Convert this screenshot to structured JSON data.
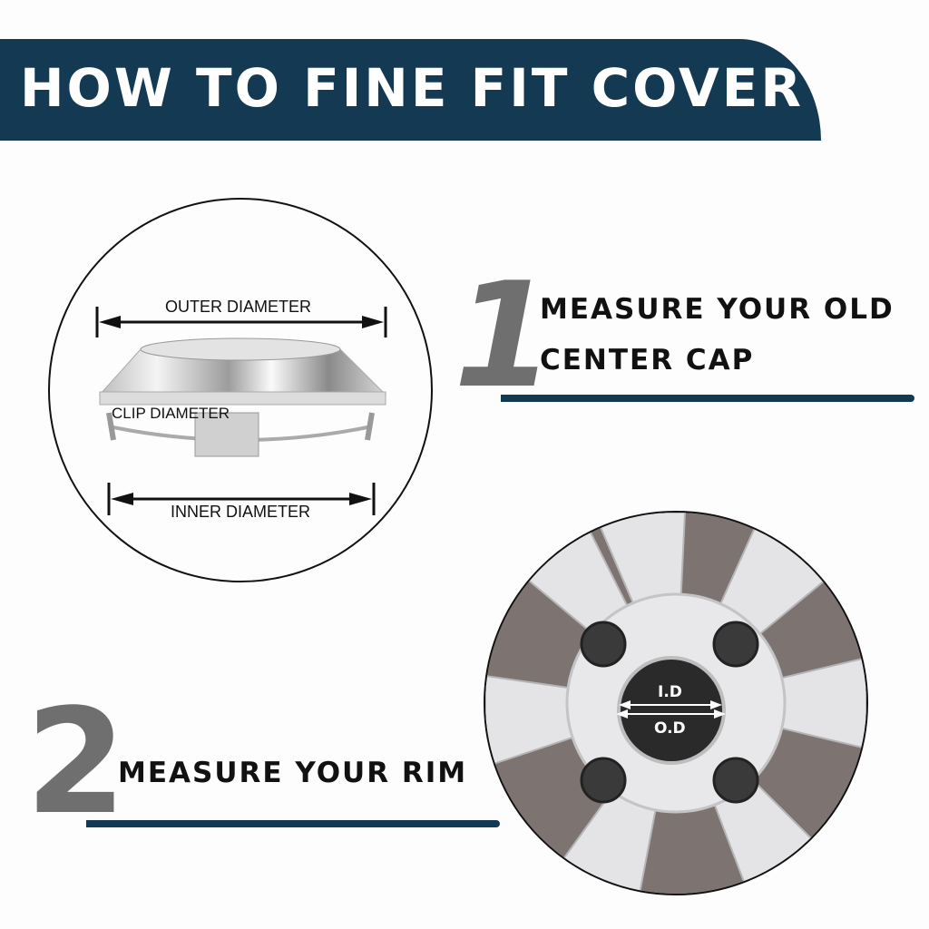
{
  "header": {
    "title": "HOW TO FINE FIT COVER",
    "color": "#133a52"
  },
  "step1": {
    "number": "1",
    "lines": [
      "MEASURE YOUR OLD",
      "CENTER CAP"
    ],
    "diagram": {
      "outer_label": "OUTER DIAMETER",
      "clip_label": "CLIP DIAMETER",
      "inner_label": "INNER DIAMETER"
    }
  },
  "step2": {
    "number": "2",
    "text": "MEASURE YOUR RIM",
    "diagram": {
      "id_label": "I.D",
      "od_label": "O.D"
    }
  }
}
